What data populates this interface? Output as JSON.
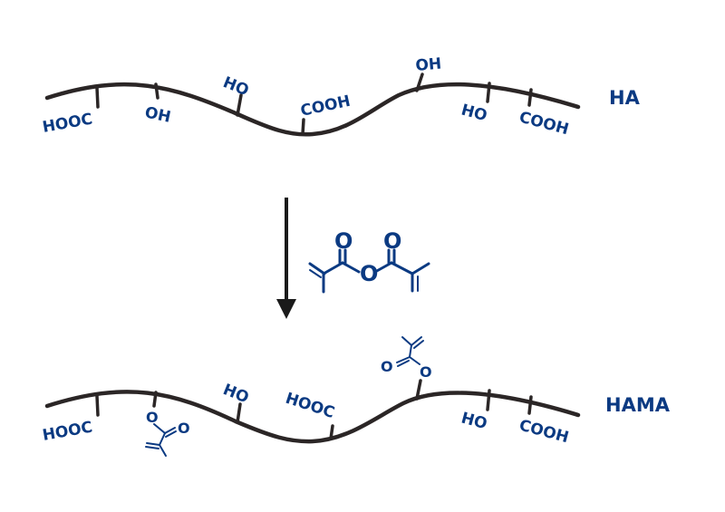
{
  "top_chain": {
    "name": "HA",
    "groups": [
      "HOOC",
      "OH",
      "HO",
      "COOH",
      "OH",
      "HO",
      "COOH"
    ]
  },
  "reagent": {
    "atoms": [
      "O",
      "O",
      "O"
    ]
  },
  "bottom_chain": {
    "name": "HAMA",
    "groups": [
      "HOOC",
      "HO",
      "HOOC",
      "HO",
      "COOH"
    ],
    "methacrylate_left": [
      "O",
      "O"
    ],
    "methacrylate_right": [
      "O",
      "O"
    ]
  },
  "colors": {
    "label": "#0b3a82",
    "backbone": "#2b2626",
    "arrow": "#1a1a1a"
  }
}
